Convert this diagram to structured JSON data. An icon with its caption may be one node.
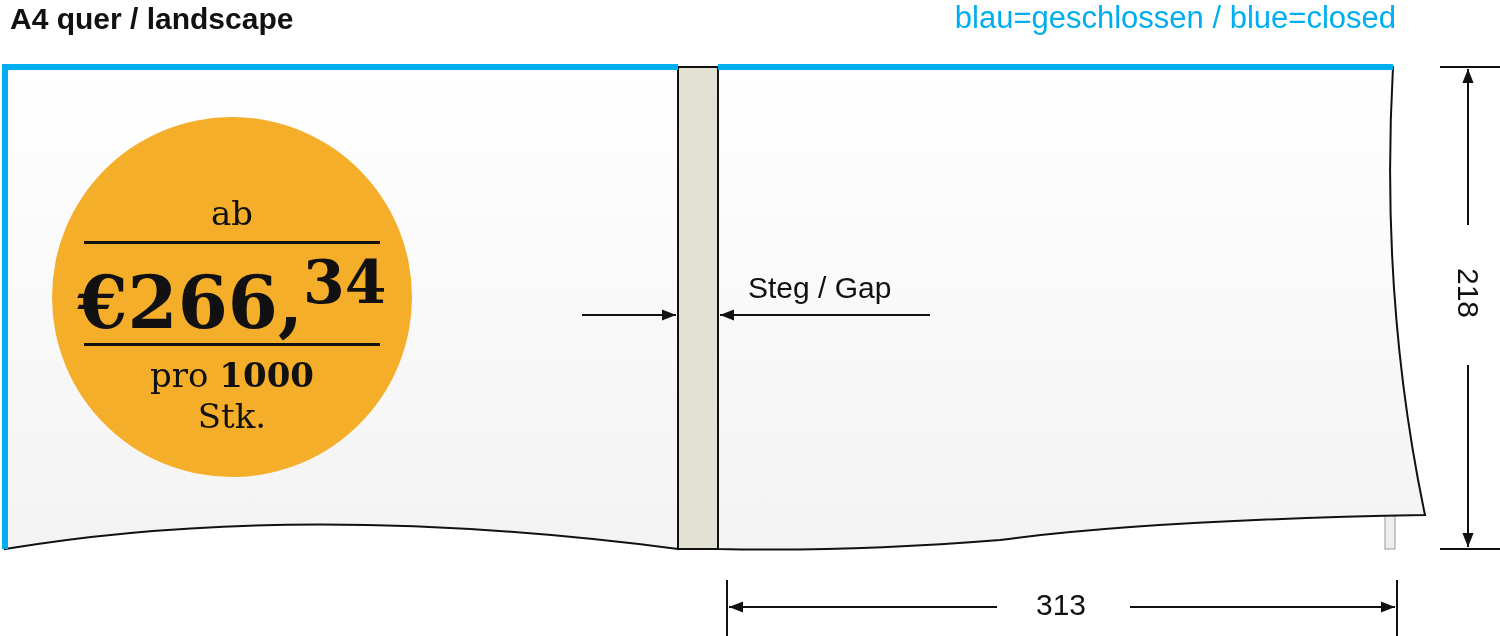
{
  "diagram": {
    "title": "A4 quer / landscape",
    "nodes": [
      {
        "text": [
          "ab",
          "€266,$^{34}$",
          "pro **1000** Stk."
        ]
      }
    ],
    "labels": [
      "blau=geschlossen / blue=closed",
      "Steg / Gap",
      "218",
      "313"
    ]
  }
}
